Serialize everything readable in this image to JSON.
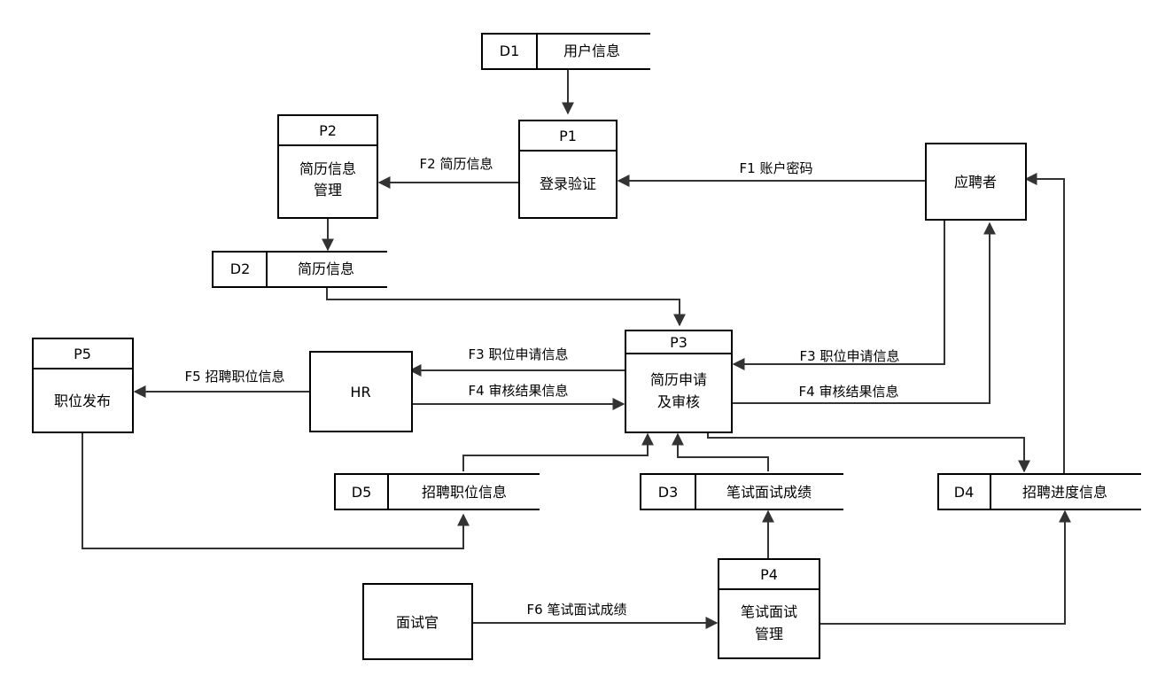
{
  "processes": {
    "p1": {
      "id": "P1",
      "name": "登录验证"
    },
    "p2": {
      "id": "P2",
      "name_line1": "简历信息",
      "name_line2": "管理"
    },
    "p3": {
      "id": "P3",
      "name_line1": "简历申请",
      "name_line2": "及审核"
    },
    "p4": {
      "id": "P4",
      "name_line1": "笔试面试",
      "name_line2": "管理"
    },
    "p5": {
      "id": "P5",
      "name": "职位发布"
    }
  },
  "entities": {
    "applicant": "应聘者",
    "hr": "HR",
    "interviewer": "面试官"
  },
  "stores": {
    "d1": {
      "id": "D1",
      "name": "用户信息"
    },
    "d2": {
      "id": "D2",
      "name": "简历信息"
    },
    "d3": {
      "id": "D3",
      "name": "笔试面试成绩"
    },
    "d4": {
      "id": "D4",
      "name": "招聘进度信息"
    },
    "d5": {
      "id": "D5",
      "name": "招聘职位信息"
    }
  },
  "flows": {
    "f1": "F1 账户密码",
    "f2": "F2 简历信息",
    "f3_hr": "F3 职位申请信息",
    "f3_applicant": "F3 职位申请信息",
    "f4_hr": "F4 审核结果信息",
    "f4_applicant": "F4 审核结果信息",
    "f5": "F5 招聘职位信息",
    "f6": "F6 笔试面试成绩"
  },
  "colors": {
    "line": "#333333",
    "stroke": "#000000",
    "background": "#ffffff"
  }
}
